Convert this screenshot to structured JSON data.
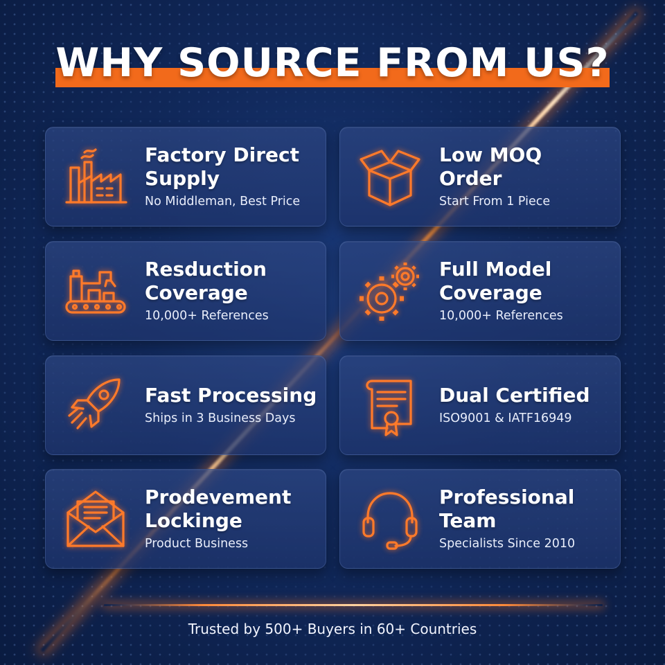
{
  "title": "WHY SOURCE FROM US?",
  "colors": {
    "accent": "#f26a1b",
    "background": "#11295c",
    "icon_stroke": "#ff7a2a"
  },
  "cards": [
    {
      "icon": "factory-icon",
      "heading": "Factory Direct\nSupply",
      "sub": "No Middleman, Best Price"
    },
    {
      "icon": "box-icon",
      "heading": "Low MOQ\nOrder",
      "sub": "Start From 1 Piece"
    },
    {
      "icon": "production-line-icon",
      "heading": "Resduction\nCoverage",
      "sub": "10,000+ References"
    },
    {
      "icon": "gears-icon",
      "heading": "Full Model\nCoverage",
      "sub": "10,000+ References"
    },
    {
      "icon": "rocket-icon",
      "heading": "Fast Processing",
      "sub": "Ships in 3 Business Days"
    },
    {
      "icon": "certificate-icon",
      "heading": "Dual Certified",
      "sub": "ISO9001 & IATF16949"
    },
    {
      "icon": "envelope-icon",
      "heading": "Prodevement\nLockinge",
      "sub": "Product Business"
    },
    {
      "icon": "headset-icon",
      "heading": "Professional\nTeam",
      "sub": "Specialists Since 2010"
    }
  ],
  "footer": "Trusted by 500+ Buyers in 60+ Countries"
}
